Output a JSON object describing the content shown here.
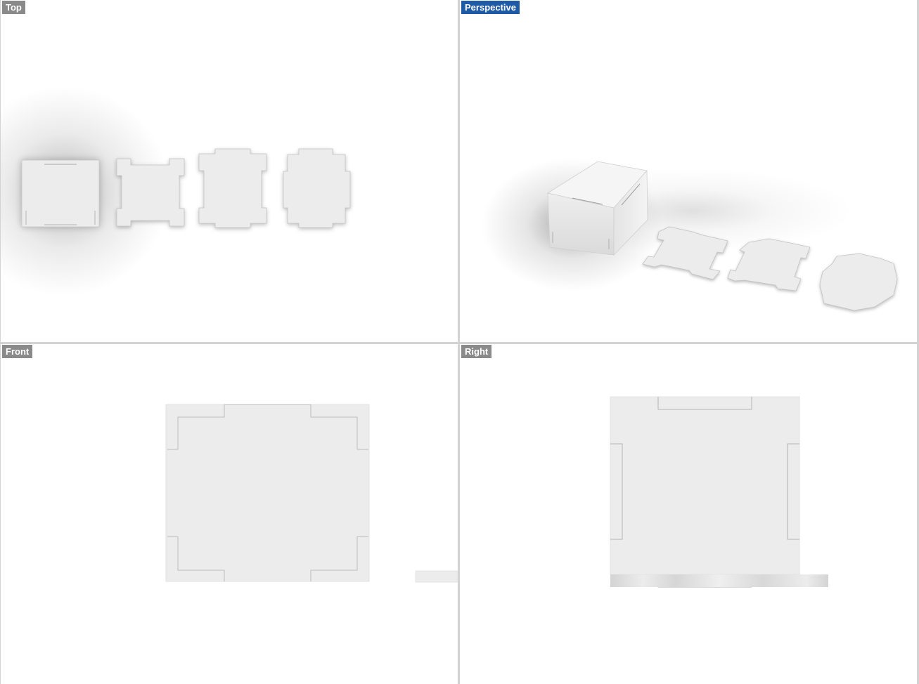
{
  "viewports": {
    "top": {
      "label": "Top"
    },
    "perspective": {
      "label": "Perspective",
      "active": true
    },
    "front": {
      "label": "Front"
    },
    "right": {
      "label": "Right"
    }
  },
  "colors": {
    "active_label": "#1f5aa6",
    "inactive_label": "#8a8a8a",
    "viewport_border": "#d3d3d3",
    "panel_fill": "#ececec",
    "panel_edge": "#bdbdbd"
  }
}
